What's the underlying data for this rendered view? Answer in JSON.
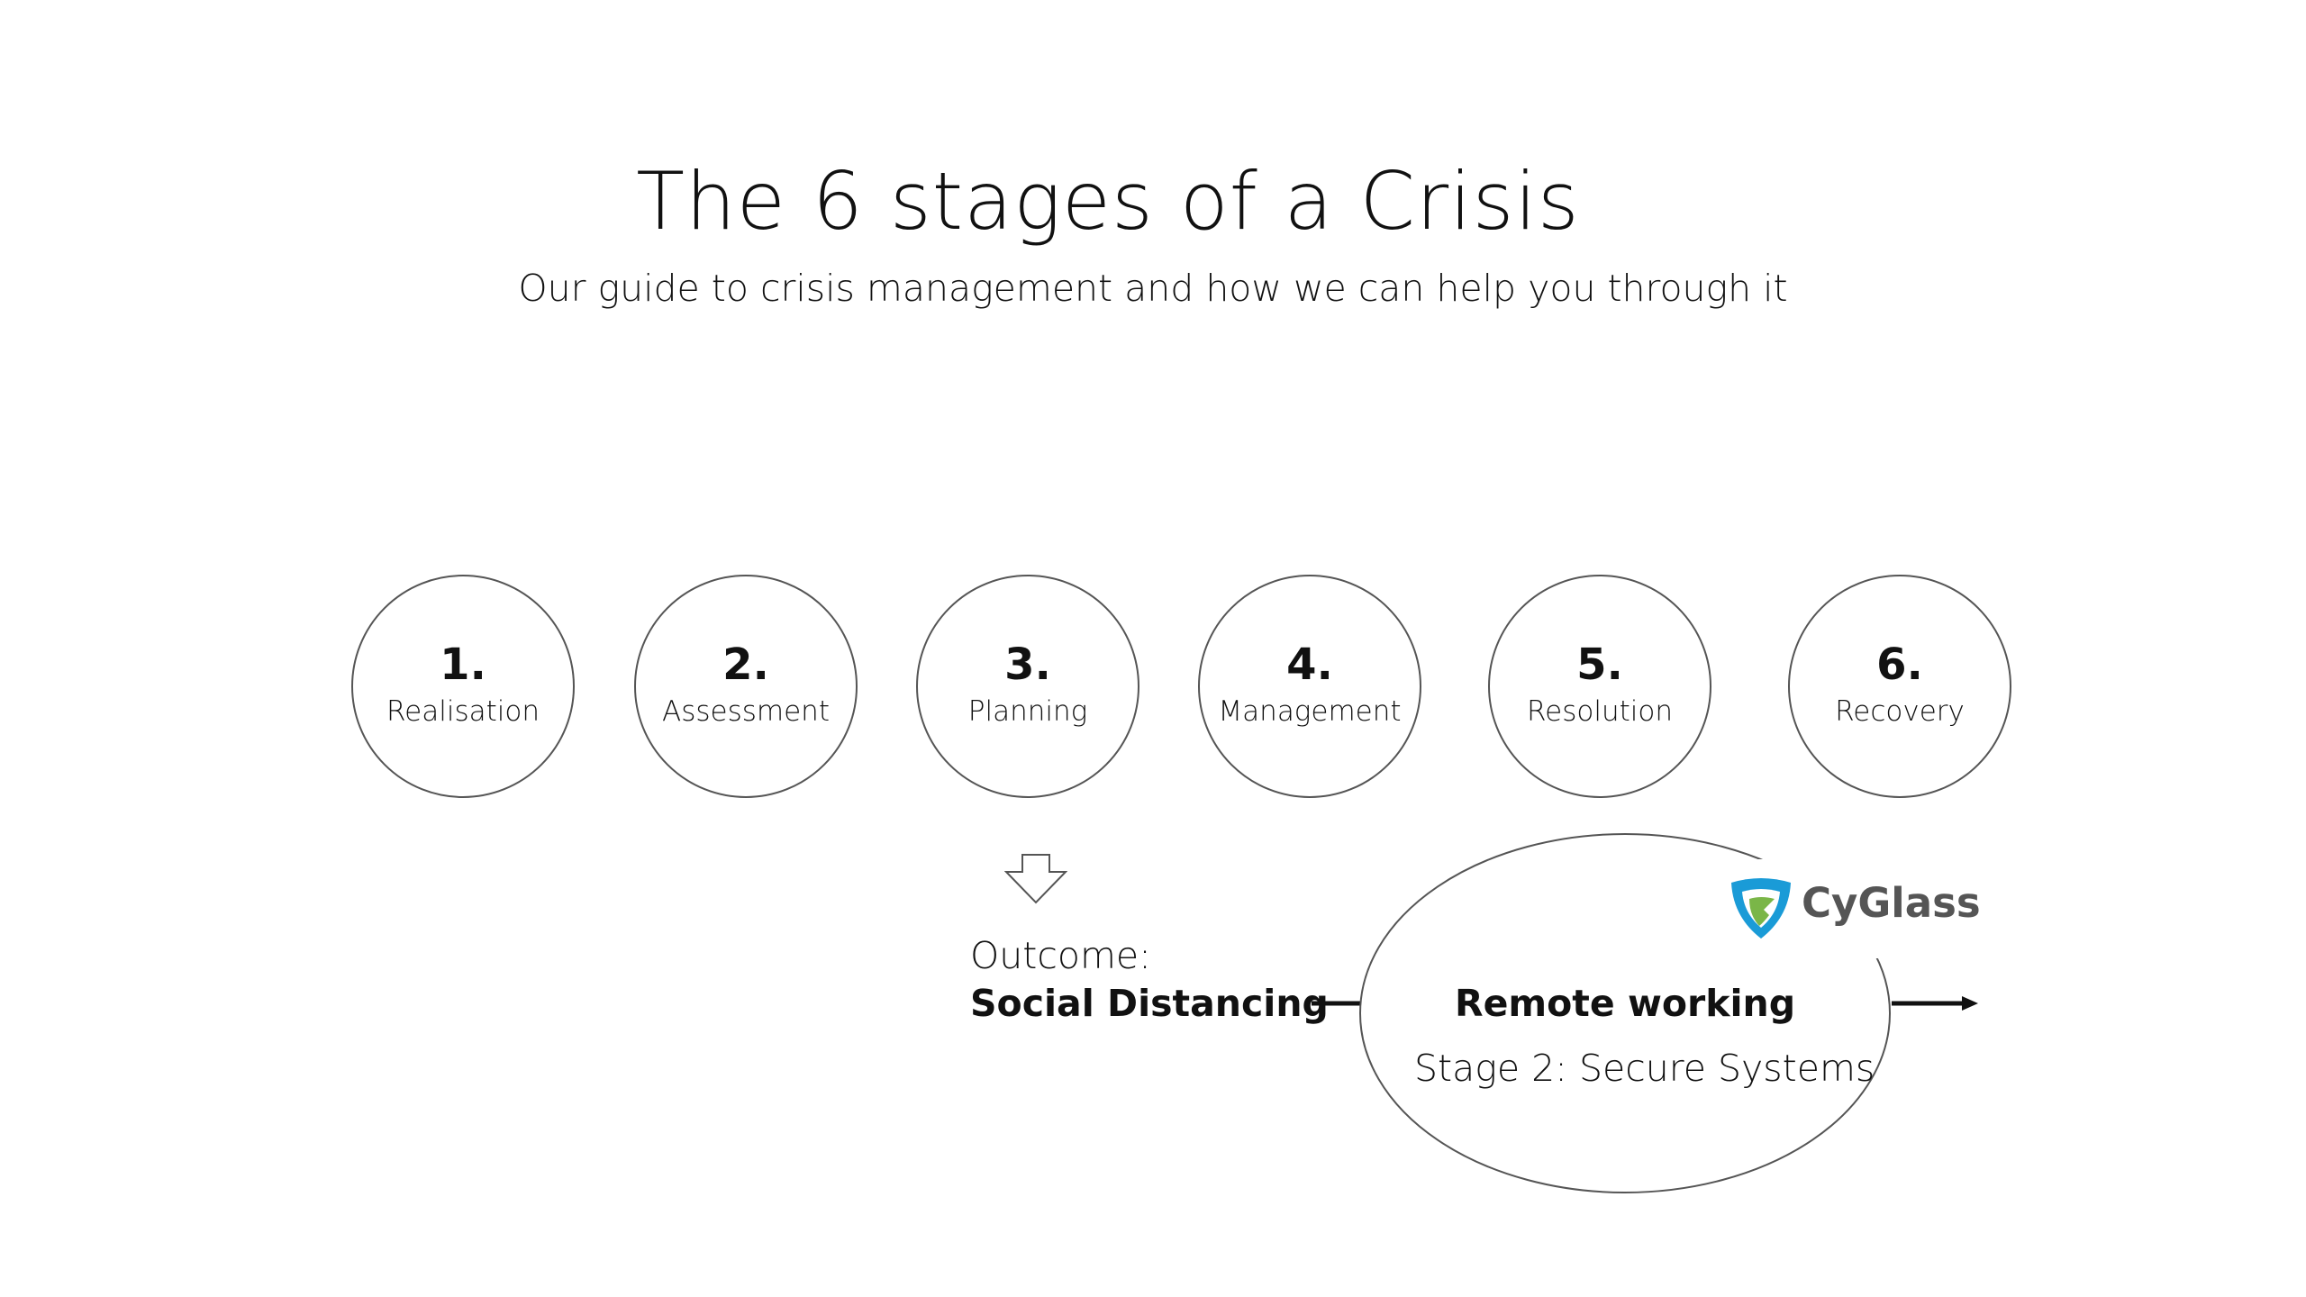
{
  "title": "The 6 stages of a Crisis",
  "subtitle": "Our guide to crisis management and how we can help you through it",
  "stages": [
    {
      "number": "1.",
      "label": "Realisation"
    },
    {
      "number": "2.",
      "label": "Assessment"
    },
    {
      "number": "3.",
      "label": "Planning"
    },
    {
      "number": "4.",
      "label": "Management"
    },
    {
      "number": "5.",
      "label": "Resolution"
    },
    {
      "number": "6.",
      "label": "Recovery"
    }
  ],
  "outcome": {
    "label": "Outcome:",
    "value": "Social Distancing"
  },
  "remote": {
    "title": "Remote working",
    "subtitle": "Stage 2: Secure Systems"
  },
  "logo": {
    "name": "CyGlass",
    "icon": "cyglass-shield-icon",
    "colors": {
      "blue": "#1a9bd7",
      "green": "#7ab648",
      "text": "#555555"
    }
  }
}
